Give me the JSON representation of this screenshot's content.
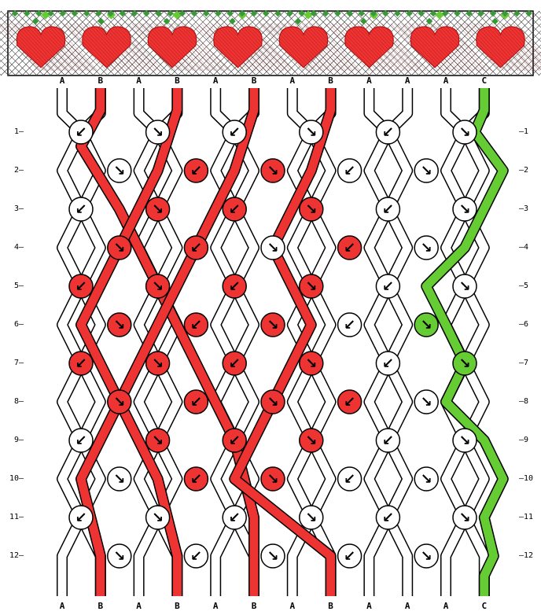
{
  "pattern": {
    "strings_top": [
      "A",
      "B",
      "A",
      "B",
      "A",
      "B",
      "A",
      "B",
      "A",
      "A",
      "A",
      "C"
    ],
    "strings_bottom": [
      "A",
      "B",
      "A",
      "B",
      "A",
      "B",
      "A",
      "B",
      "A",
      "A",
      "A",
      "C"
    ],
    "row_labels": [
      "1",
      "2",
      "3",
      "4",
      "5",
      "6",
      "7",
      "8",
      "9",
      "10",
      "11",
      "12"
    ],
    "colors": {
      "A": "#ffffff",
      "B": "#ee3333",
      "C": "#66cc33",
      "outline": "#000000",
      "preview_bg": "#ffffff",
      "preview_grid": "#000000"
    },
    "preview_motif": "heart",
    "preview_repeats": 8
  }
}
